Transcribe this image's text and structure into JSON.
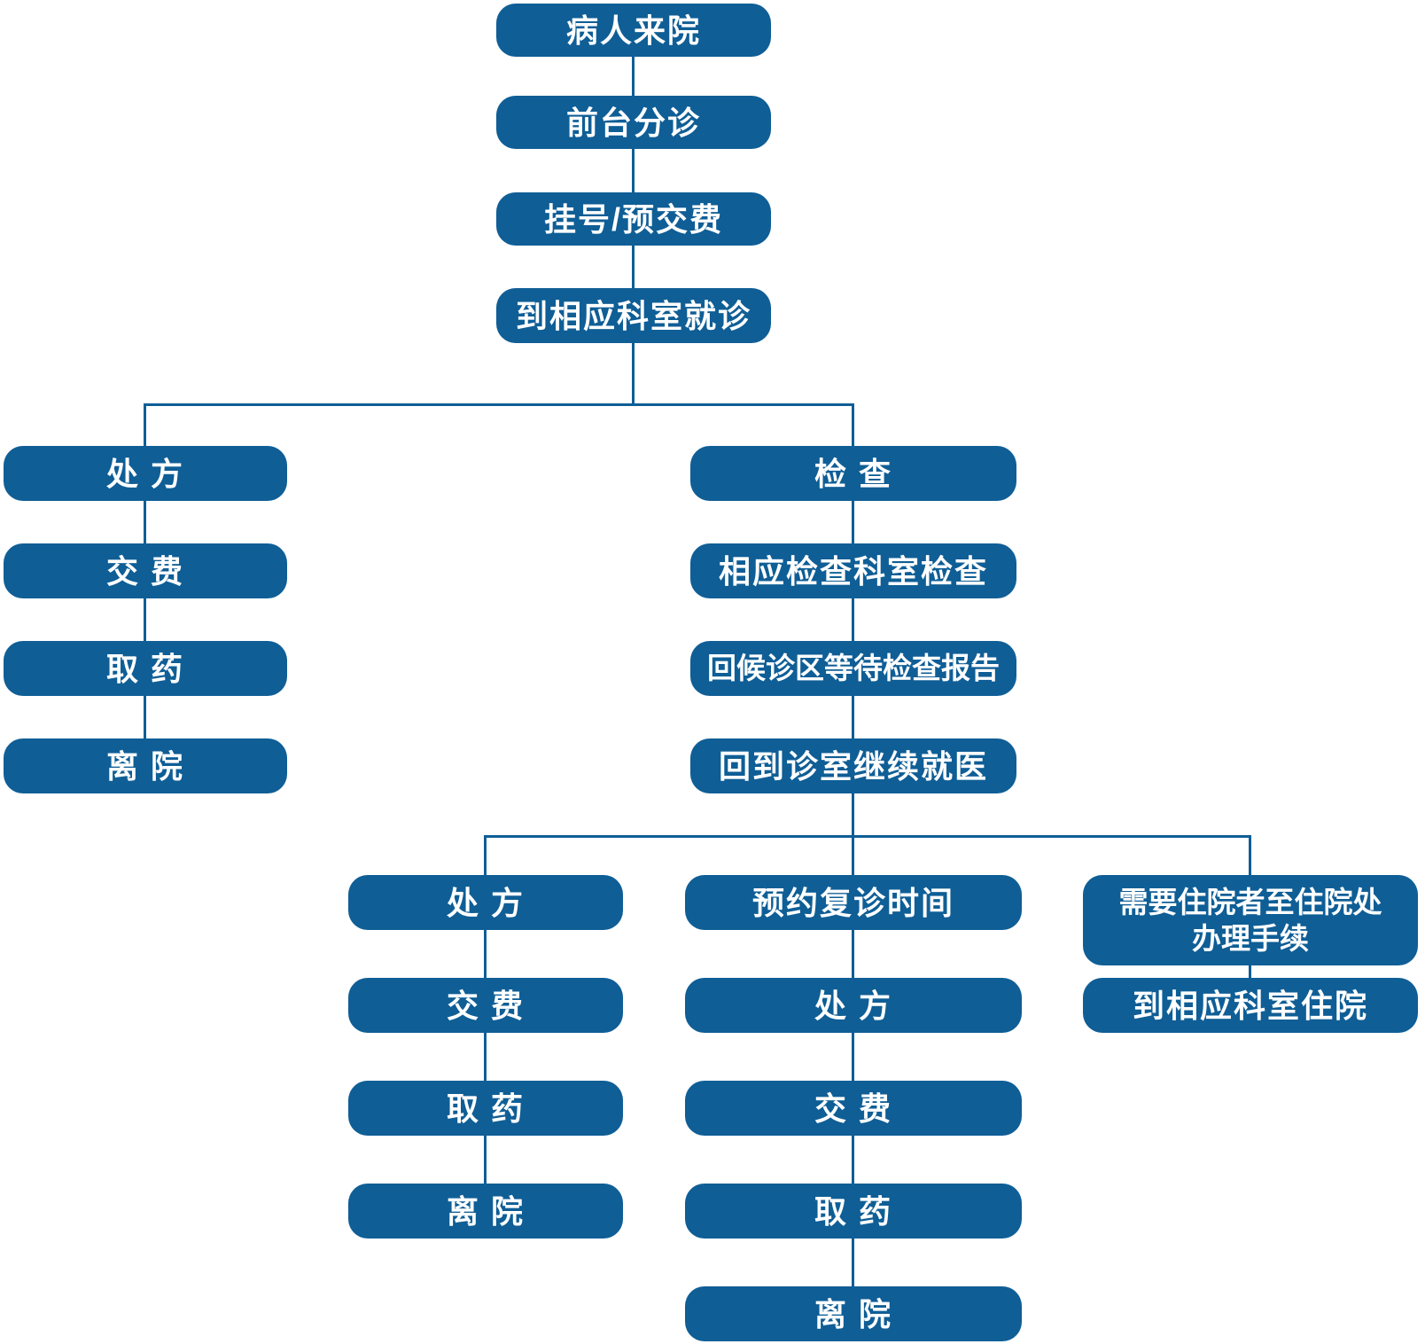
{
  "colors": {
    "node_fill": "#0F5E96",
    "node_text": "#FFFFFF",
    "connector": "#0F5E96",
    "background": "#FFFFFF"
  },
  "flowchart": {
    "main_chain": {
      "arrive": "病人来院",
      "triage": "前台分诊",
      "register": "挂号/预交费",
      "to_department": "到相应科室就诊"
    },
    "prescription_branch": {
      "prescription": "处 方",
      "pay": "交 费",
      "get_medicine": "取 药",
      "leave": "离 院"
    },
    "exam_branch": {
      "exam": "检 查",
      "exam_department": "相应检查科室检查",
      "wait_report": "回候诊区等待检查报告",
      "back_to_room": "回到诊室继续就医"
    },
    "sub_prescription_branch": {
      "prescription": "处 方",
      "pay": "交 费",
      "get_medicine": "取 药",
      "leave": "离 院"
    },
    "followup_branch": {
      "appointment": "预约复诊时间",
      "prescription": "处 方",
      "pay": "交 费",
      "get_medicine": "取 药",
      "leave": "离 院"
    },
    "admission_branch": {
      "admit_procedure": "需要住院者至住院处\n办理手续",
      "admit_department": "到相应科室住院"
    }
  }
}
